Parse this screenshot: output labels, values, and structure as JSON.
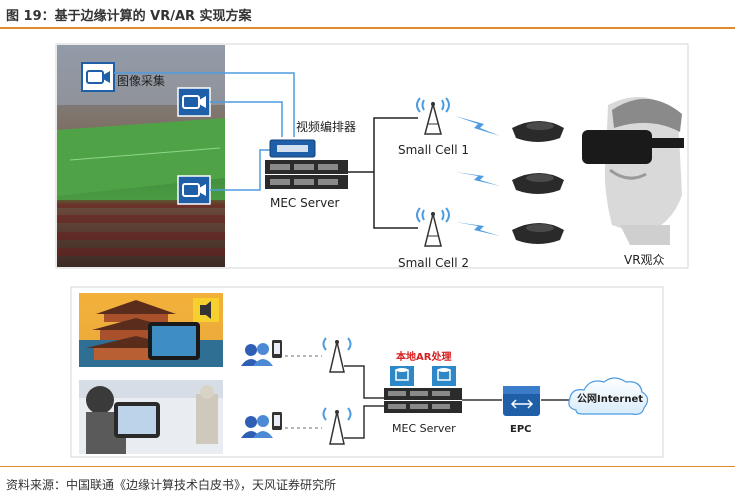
{
  "figure_title": "图 19：基于边缘计算的 VR/AR 实现方案",
  "source": "资料来源：中国联通《边缘计算技术白皮书》，天风证券研究所",
  "vr": {
    "capture_label": "图像采集",
    "encoder_label": "视频编排器",
    "server_label": "MEC Server",
    "cell1_label": "Small Cell 1",
    "cell2_label": "Small Cell 2",
    "audience_label": "VR观众"
  },
  "ar": {
    "local_label": "本地AR处理",
    "server_label": "MEC Server",
    "epc_label": "EPC",
    "internet_label": "公网Internet"
  },
  "colors": {
    "accent": "#e08a2b",
    "line_blue": "#4d9be0",
    "device_blue": "#1f5fa8",
    "highlight_red": "#d62020"
  }
}
